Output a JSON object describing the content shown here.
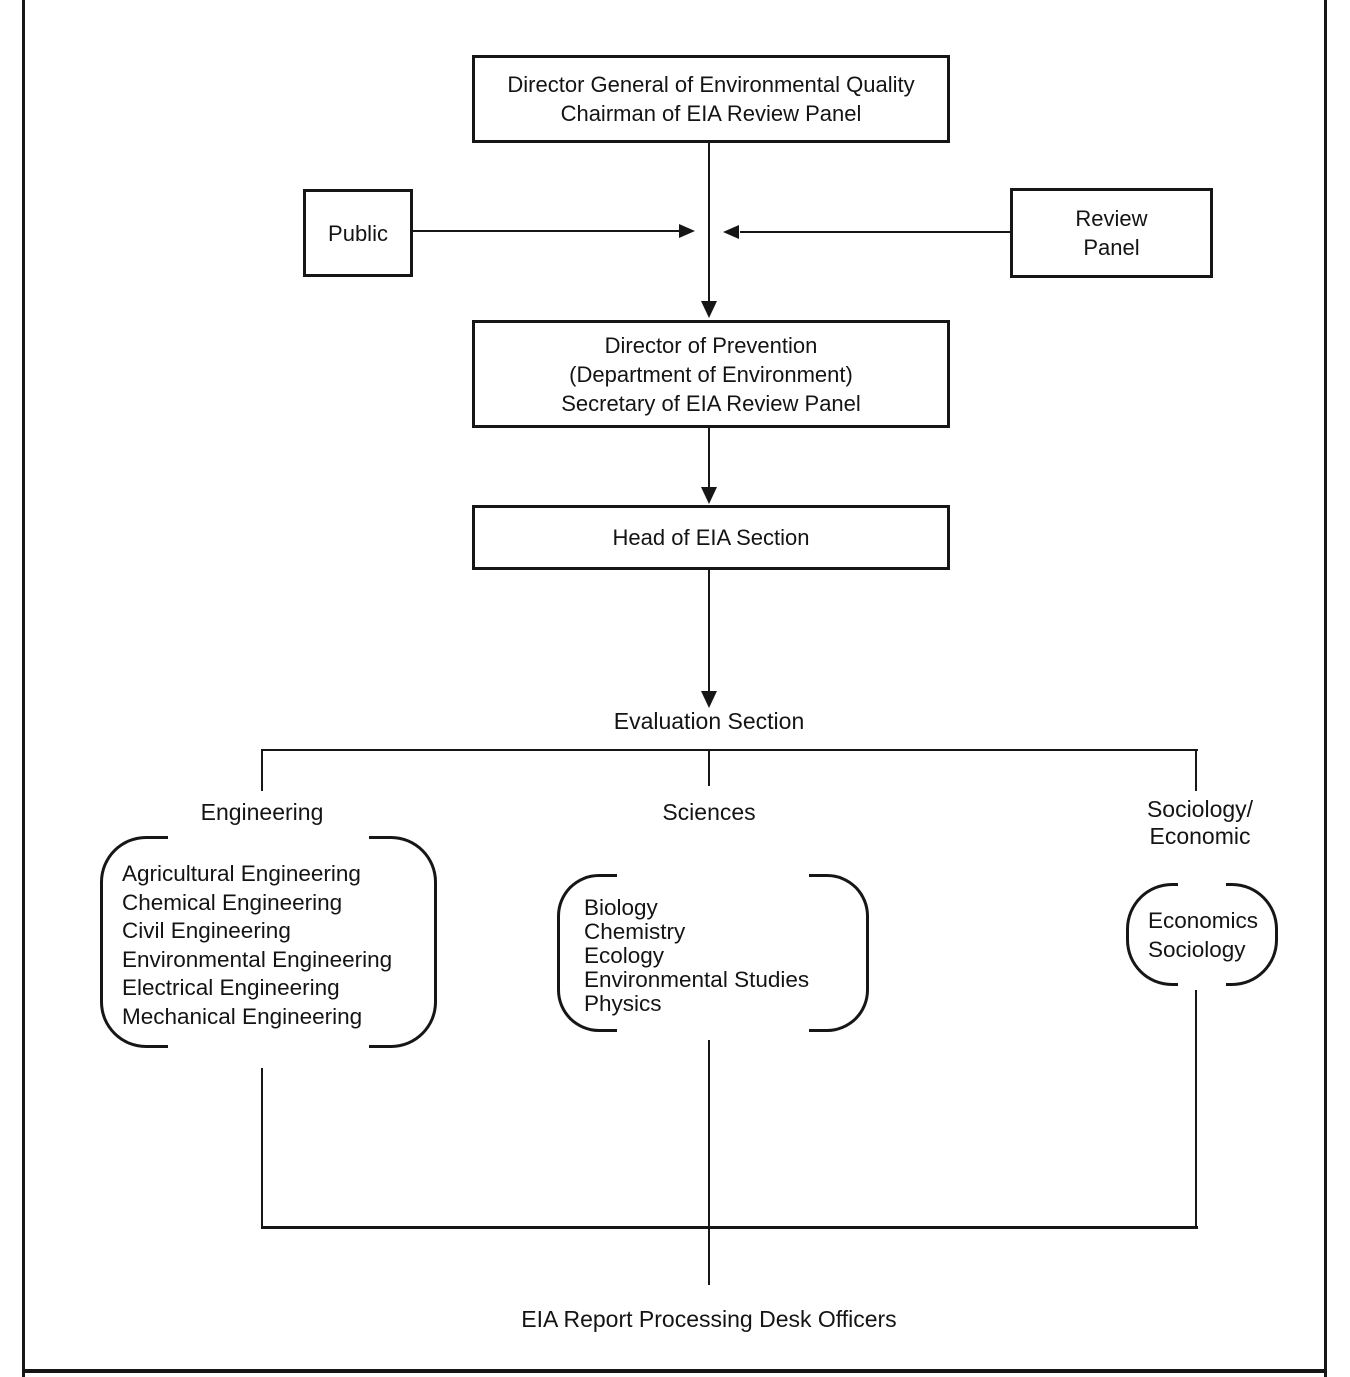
{
  "diagram": {
    "title_hint": "EIA review organisational flow chart",
    "colors": {
      "ink": "#161616",
      "background": "#ffffff"
    },
    "top_box": {
      "line1": "Director General of Environmental Quality",
      "line2": "Chairman of EIA Review Panel"
    },
    "public_box": {
      "label": "Public"
    },
    "review_panel_box": {
      "line1": "Review",
      "line2": "Panel"
    },
    "director_prevention_box": {
      "line1": "Director of Prevention",
      "line2": "(Department of Environment)",
      "line3": "Secretary of EIA Review Panel"
    },
    "head_box": {
      "label": "Head of EIA Section"
    },
    "evaluation_label": "Evaluation Section",
    "branches": {
      "engineering": {
        "label": "Engineering",
        "items": [
          "Agricultural Engineering",
          "Chemical Engineering",
          "Civil Engineering",
          "Environmental Engineering",
          "Electrical Engineering",
          "Mechanical Engineering"
        ]
      },
      "sciences": {
        "label": "Sciences",
        "items": [
          "Biology",
          "Chemistry",
          "Ecology",
          "Environmental Studies",
          "Physics"
        ]
      },
      "sociology": {
        "label_line1": "Sociology/",
        "label_line2": "Economic",
        "items": [
          "Economics",
          "Sociology"
        ]
      }
    },
    "bottom_label": "EIA Report Processing Desk Officers"
  }
}
